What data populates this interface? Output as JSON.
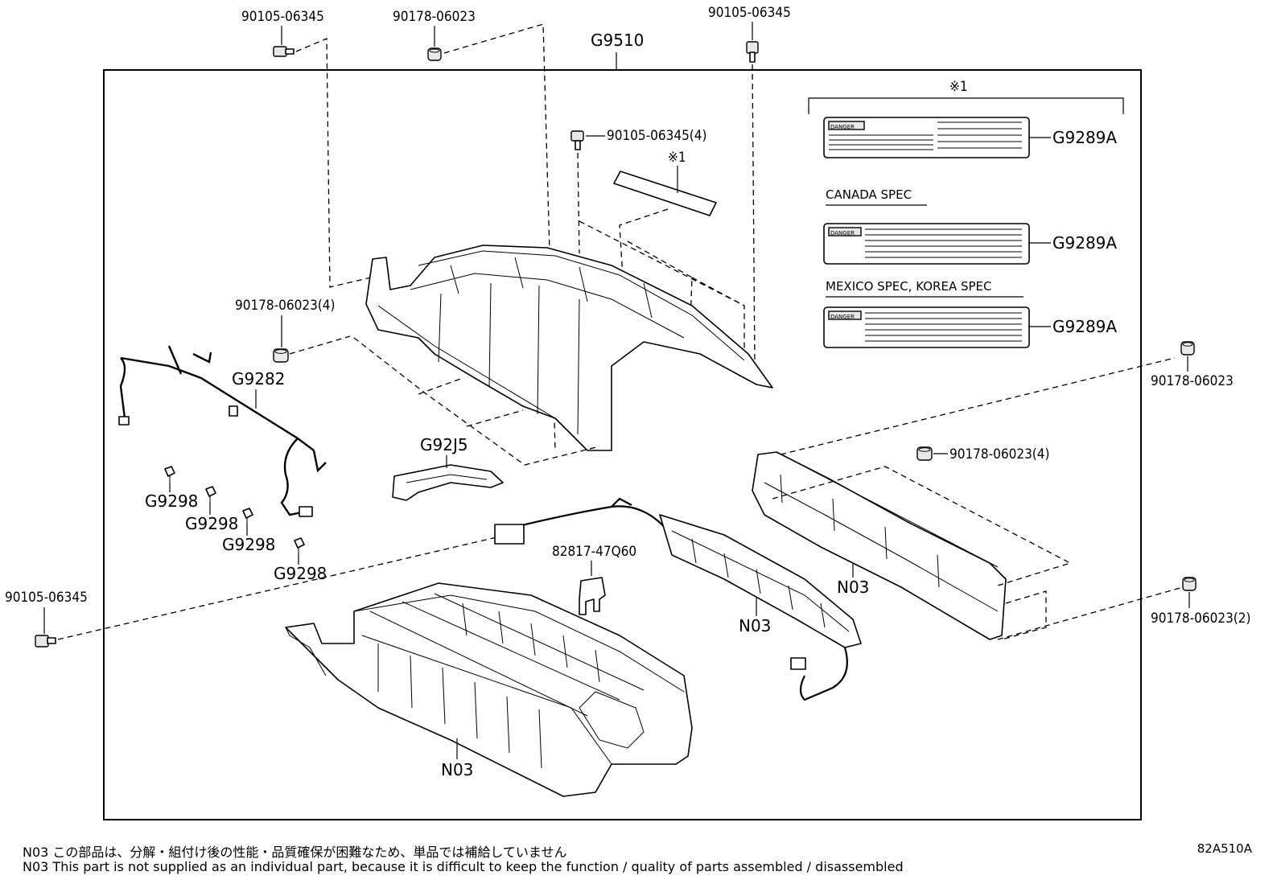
{
  "diagram": {
    "assembly_label": "G9510",
    "labels": {
      "bolt_top_left": "90105-06345",
      "nut_top_center": "90178-06023",
      "bolt_top_right": "90105-06345",
      "bolt_cover_4": "90105-06345(4)",
      "label_ref_small": "※1",
      "nut_cover_4": "90178-06023(4)",
      "harness": "G9282",
      "duct": "G92J5",
      "clip_1": "G9298",
      "clip_2": "G9298",
      "clip_3": "G9298",
      "clip_4": "G9298",
      "bolt_left": "90105-06345",
      "connector": "82817-47Q60",
      "module_center": "N03",
      "module_right": "N03",
      "stack_bottom": "N03",
      "nut_right_top": "90178-06023",
      "nut_right_mid": "90178-06023(4)",
      "nut_right_bottom": "90178-06023(2)"
    },
    "label_panel": {
      "ref_mark": "※1",
      "main_label": "G9289A",
      "canada_title": "CANADA SPEC",
      "canada_label": "G9289A",
      "mexico_title": "MEXICO SPEC, KOREA SPEC",
      "mexico_label": "G9289A",
      "plate_header_1": "DANGER",
      "plate_header_2": "DANGER",
      "plate_header_3": "DANGER"
    }
  },
  "footer": {
    "note_jp": "N03  この部品は、分解・組付け後の性能・品質確保が困難なため、単品では補給していません",
    "note_en": "N03  This part is not supplied as an individual part, because it is difficult to keep the function / quality of parts  assembled / disassembled",
    "drawing_code": "82A510A"
  }
}
